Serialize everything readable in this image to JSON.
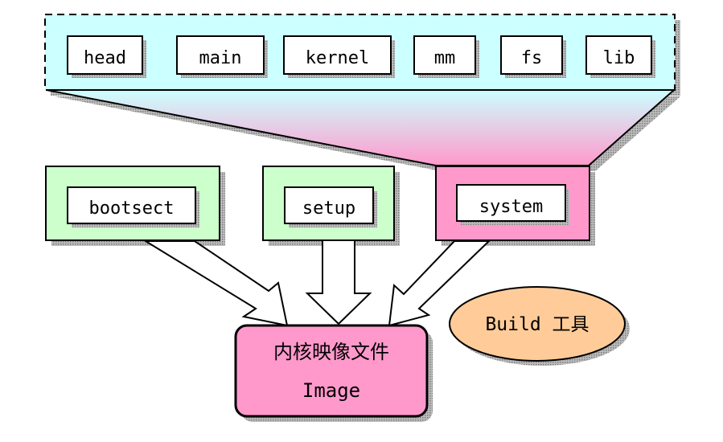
{
  "modules": [
    "head",
    "main",
    "kernel",
    "mm",
    "fs",
    "lib"
  ],
  "components": {
    "bootsect": "bootsect",
    "setup": "setup",
    "system": "system"
  },
  "image": {
    "title": "内核映像文件",
    "subtitle": "Image"
  },
  "tool": {
    "label": "Build 工具"
  },
  "colors": {
    "module_panel": "#ccffff",
    "green_box": "#ccffcc",
    "pink_box": "#ff99cc",
    "tool_ellipse": "#ffcc99",
    "shadow": "#9a9a9a"
  }
}
